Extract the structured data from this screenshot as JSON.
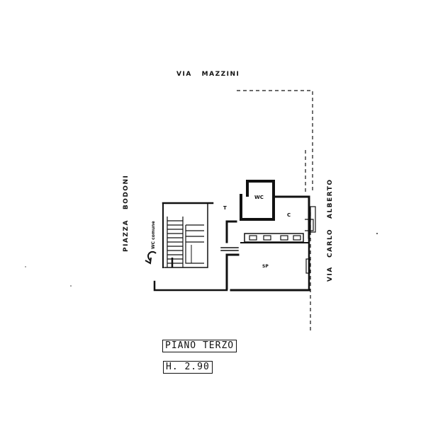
{
  "streets": {
    "top": "VIA   MAZZINI",
    "left": "PIAZZA   BODONI",
    "right_via": "VIA",
    "right_name": "CARLO   ALBERTO"
  },
  "rooms": {
    "wc": "WC",
    "c": "C",
    "sp": "SP",
    "t": "T",
    "wc_comune": "WC comune"
  },
  "labels": {
    "floor": "PIANO TERZO",
    "height": "H. 2.90"
  },
  "colors": {
    "ink": "#111111",
    "paper": "#ffffff"
  }
}
